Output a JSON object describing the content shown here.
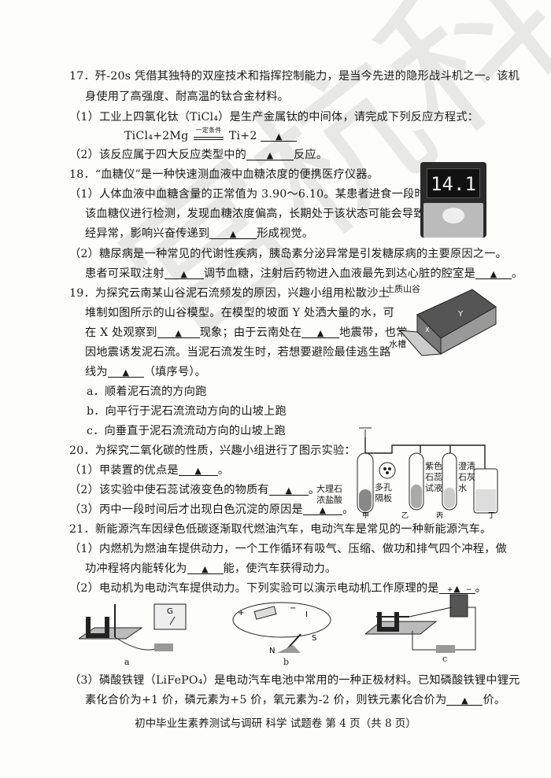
{
  "q17": {
    "line1": "17．歼-20s 凭借其独特的双座技术和指挥控制能力，是当今先进的隐形战斗机之一。该机",
    "line2": "身使用了高强度、耐高温的钛合金材料。",
    "sub1": "（1）工业上四氯化钛（TiCl₄）是生产金属钛的中间体，请完成下列反应方程式：",
    "equation_left": "TiCl₄+2Mg",
    "equation_condition": "一定条件",
    "equation_right": "Ti+2",
    "sub2_a": "（2）该反应属于四大反应类型中的",
    "sub2_b": "反应。"
  },
  "q18": {
    "line1": "18．“血糖仪”是一种快速测血液中血糖浓度的便携医疗仪器。",
    "sub1_l1": "（1）人体血液中血糖含量的正常值为 3.90～6.10。某患者进食一段时间后用",
    "sub1_l2": "该血糖仪进行检测，发现血糖浓度偏高，长期处于该状态可能会导致视神",
    "sub1_l3a": "经异常，影响兴奋传递到",
    "sub1_l3b": "形成视觉。",
    "sub2_l1": "（2）糖尿病是一种常见的代谢性疾病，胰岛素分泌异常是引发糖尿病的主要原因之一。",
    "sub2_l2a": "患者可采取注射",
    "sub2_l2b": "调节血糖，注射后药物进入血液最先到达心脏的腔室是",
    "sub2_l2c": "。",
    "meter_reading": "14.1"
  },
  "q19": {
    "l1": "19．为探究云南某山谷泥石流频发的原因，兴趣小组用松散沙土",
    "l2": "堆制如图所示的山谷模型。在模型的坡面 Y 处洒大量的水，可",
    "l3a": "在 X 处观察到",
    "l3b": "现象；由于云南处在",
    "l3c": "地震带，也常",
    "l4": "因地震诱发泥石流。当泥石流发生时，若想要避险最佳逃生路",
    "l5a": "线为",
    "l5b": "（填序号）。",
    "opt_a": "a．顺着泥石流的方向跑",
    "opt_b": "b．向平行于泥石流流动方向的山坡上跑",
    "opt_c": "c．向垂直于泥石流流动方向的山坡上跑",
    "fig_label_soil": "土质山谷",
    "fig_label_y": "Y",
    "fig_label_x": "X",
    "fig_label_tank": "水槽"
  },
  "q20": {
    "l1": "20．为探究二氧化碳的性质，兴趣小组进行了图示实验：",
    "s1a": "（1）甲装置的优点是",
    "s1b": "。",
    "s2a": "（2）该实验中使石蕊试液变色的物质有",
    "s2b": "。",
    "s3a": "（3）丙中一段时间后才出现白色沉淀的原因是",
    "s3b": "。",
    "fig_marble": "大理石",
    "fig_acid": "浓盐酸",
    "fig_porous1": "多孔",
    "fig_porous2": "隔板",
    "fig_litmus": [
      "紫色",
      "石蕊",
      "试液"
    ],
    "fig_lime": [
      "澄清",
      "石灰",
      "水"
    ],
    "fig_jia": "甲",
    "fig_yi": "乙",
    "fig_bing": "丙",
    "fig_ding": "丁"
  },
  "q21": {
    "l1": "21．新能源汽车因绿色低碳逐渐取代燃油汽车，电动汽车是常见的一种新能源汽车。",
    "s1_l1": "（1）内燃机为燃油车提供动力，一个工作循环有吸气、压缩、做功和排气四个冲程，做",
    "s1_l2a": "功冲程将内能转化为",
    "s1_l2b": "能，使汽车获得动力。",
    "s2a": "（2）电动机为电动汽车提供动力。下列实验可以演示电动机工作原理的是",
    "s2b": "。",
    "fig_a": "a",
    "fig_b": "b",
    "fig_c": "c",
    "fig_g": "G",
    "fig_i": "I",
    "fig_n": "N",
    "fig_s": "S",
    "s3_l1": "（3）磷酸铁锂（LiFePO₄）是电动汽车电池中常用的一种正极材料。已知磷酸铁锂中锂元",
    "s3_l2a": "素化合价为+1 价，磷元素为+5 价，氧元素为-2 价，则铁元素化合价为",
    "s3_l2b": "价。"
  },
  "blank_mark": "▲",
  "footer": "初中毕业生素养测试与调研  科学  试题卷    第 4 页（共 8 页）",
  "watermark": "宫杭科学"
}
